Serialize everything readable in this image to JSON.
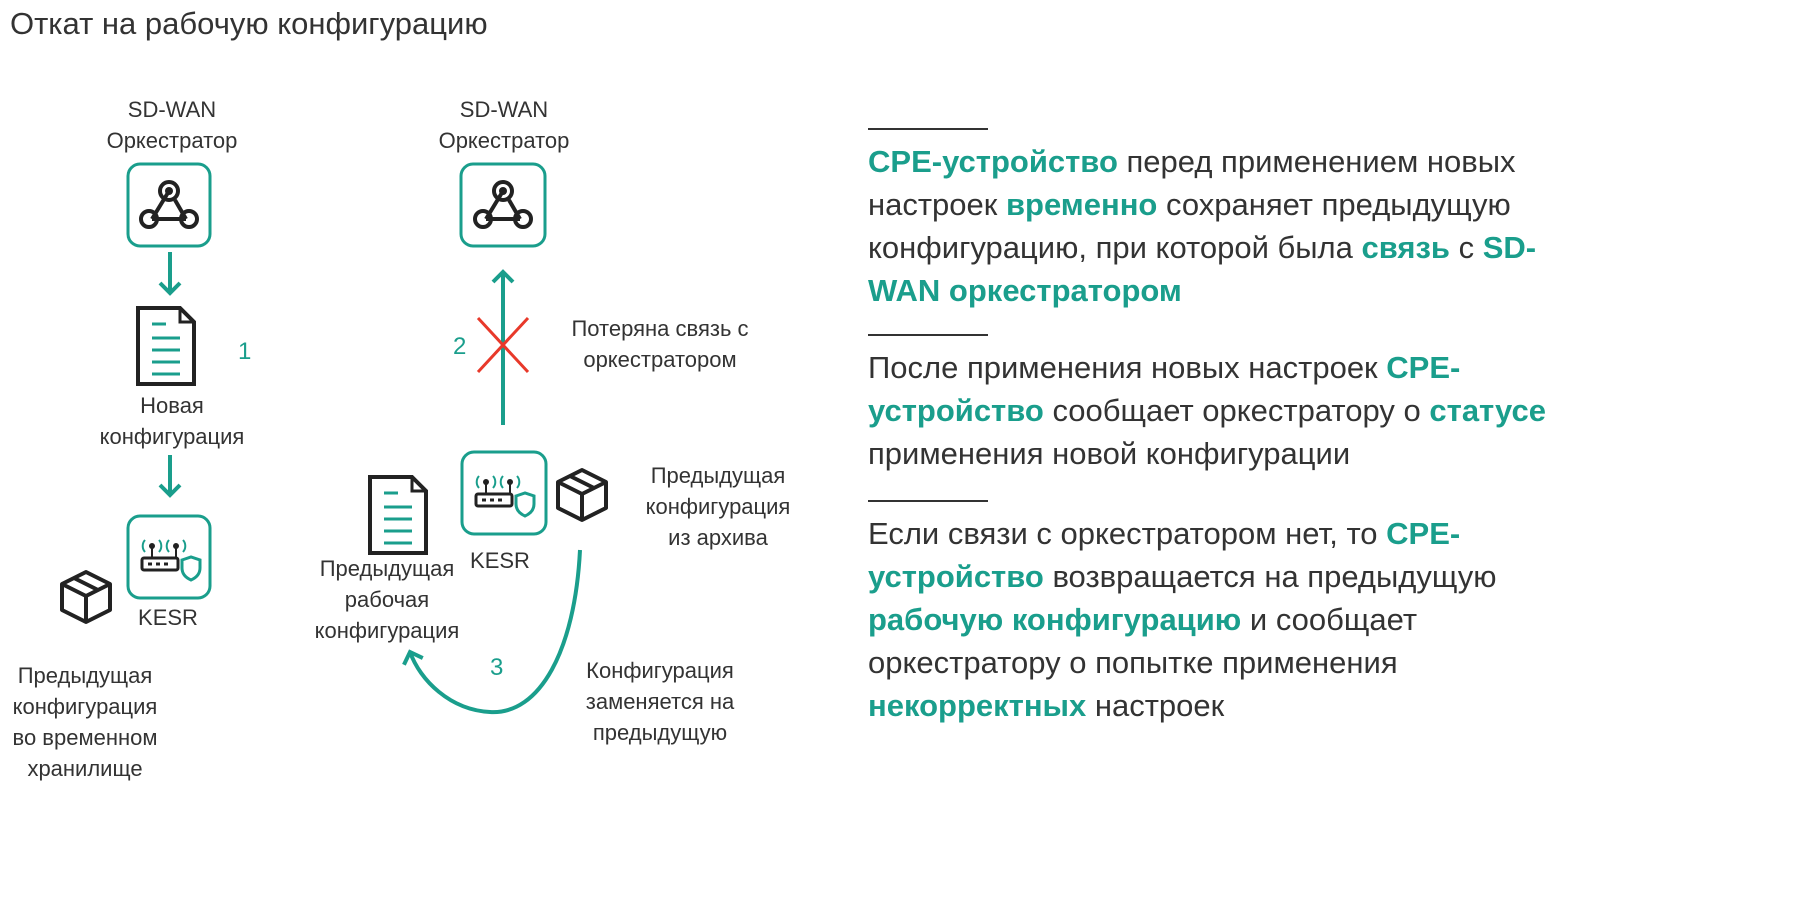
{
  "title": "Откат на рабочую конфигурацию",
  "left": {
    "orch_line1": "SD-WAN",
    "orch_line2": "Оркестратор",
    "step": "1",
    "new_cfg_line1": "Новая",
    "new_cfg_line2": "конфигурация",
    "kesr": "KESR",
    "temp_line1": "Предыдущая",
    "temp_line2": "конфигурация",
    "temp_line3": "во временном",
    "temp_line4": "хранилище"
  },
  "middle": {
    "orch_line1": "SD-WAN",
    "orch_line2": "Оркестратор",
    "step2": "2",
    "lost_line1": "Потеряна связь с",
    "lost_line2": "оркестратором",
    "kesr": "KESR",
    "archive_line1": "Предыдущая",
    "archive_line2": "конфигурация",
    "archive_line3": "из архива",
    "work_line1": "Предыдущая",
    "work_line2": "рабочая",
    "work_line3": "конфигурация",
    "step3": "3",
    "replace_line1": "Конфигурация",
    "replace_line2": "заменяется на",
    "replace_line3": "предыдущую"
  },
  "right": {
    "b1": [
      "CPE-устройство",
      " перед применением новых настроек ",
      "временно",
      " сохраняет предыдущую конфигурацию, при которой была ",
      "связь",
      " с ",
      "SD-WAN оркестратором"
    ],
    "b2": [
      "После применения новых настроек ",
      "CPE-устройство",
      " сообщает оркестратору о ",
      "статусе",
      " применения новой конфигурации"
    ],
    "b3": [
      "Если связи с оркестратором нет, то ",
      "CPE-устройство",
      " возвращается на предыдущую ",
      "рабочую конфигурацию",
      " и сообщает оркестратору о попытке применения ",
      "некорректных",
      " настроек"
    ]
  },
  "colors": {
    "accent": "#1a9e8c",
    "cross": "#e8392a"
  }
}
